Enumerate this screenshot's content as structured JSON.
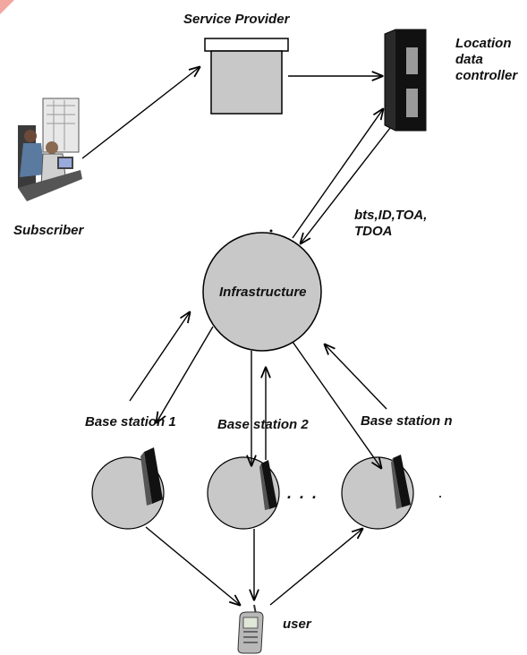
{
  "labels": {
    "service_provider": "Service Provider",
    "location_controller": [
      "Location",
      "data",
      "controller"
    ],
    "subscriber": "Subscriber",
    "signals": [
      "bts,ID,TOA,",
      "TDOA"
    ],
    "infrastructure": "Infrastructure",
    "base_station_1": "Base station 1",
    "base_station_2": "Base station 2",
    "base_station_n": "Base station n",
    "ellipsis": ". . .",
    "user": "user"
  },
  "colors": {
    "node_fill": "#c8c8c8",
    "controller_fill": "#1a1a1a",
    "controller_slot": "#9a9a9a",
    "line": "#000000",
    "accent_corner": "#f2a7a0"
  },
  "icons": {
    "subscriber": "office-workers-icon",
    "tower": "antenna-tower-icon",
    "user": "mobile-phone-icon",
    "server": "server-rack-icon"
  }
}
